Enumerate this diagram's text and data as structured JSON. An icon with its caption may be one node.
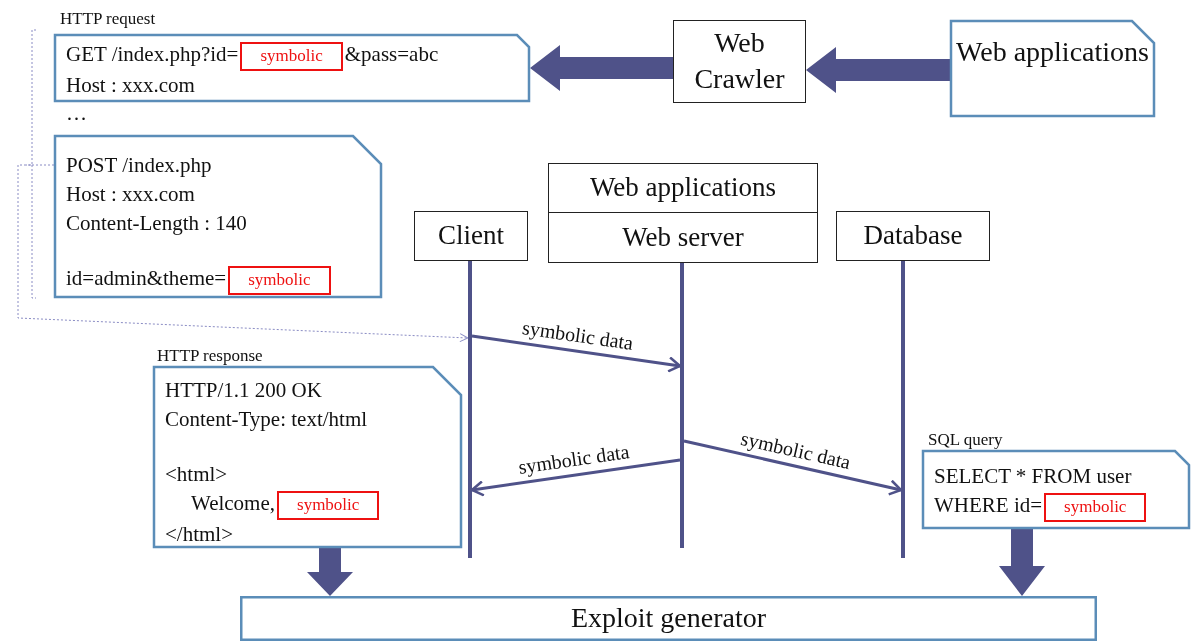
{
  "diagram": {
    "nodes": [
      {
        "text": [
          "Web applications"
        ]
      },
      {
        "text": [
          "Web Crawler"
        ]
      },
      {
        "text": [
          "GET /index.php?id=",
          "&pass=abc",
          "Host : xxx.com"
        ]
      },
      {
        "text": [
          "symbolic"
        ],
        "in": 2
      },
      {
        "text": [
          "POST /index.php",
          "Host : xxx.com",
          "Content-Length : 140",
          "id=admin&theme="
        ]
      },
      {
        "text": [
          "symbolic"
        ],
        "in": 4
      },
      {
        "text": [
          "Client"
        ]
      },
      {
        "text": [
          "Web applications"
        ]
      },
      {
        "text": [
          "Web server"
        ]
      },
      {
        "text": [
          "Database"
        ]
      },
      {
        "text": [],
        "shape": "bar"
      },
      {
        "text": [],
        "shape": "bar"
      },
      {
        "text": [],
        "shape": "bar"
      },
      {
        "text": [
          "HTTP/1.1 200 OK",
          "Content-Type: text/html",
          "<html>",
          "Welcome,",
          "</html>"
        ],
        "beside": [
          "HTTP response"
        ]
      },
      {
        "text": [
          "symbolic"
        ],
        "in": 13
      },
      {
        "text": [
          "SELECT * FROM user",
          "WHERE id="
        ],
        "beside": [
          "SQL query"
        ]
      },
      {
        "text": [
          "symbolic"
        ],
        "in": 15
      },
      {
        "text": [
          "Exploit generator"
        ]
      }
    ],
    "edges": [
      {
        "from": 0,
        "to": 1,
        "arrow": "to",
        "style": "thick"
      },
      {
        "from": 1,
        "to": 2,
        "arrow": "to",
        "style": "thick"
      },
      {
        "from": 4,
        "to": 10,
        "arrow": "to",
        "style": "dashed",
        "color": "#8a8cc4"
      },
      {
        "from": 10,
        "to": 11,
        "arrow": "to",
        "label": "symbolic data"
      },
      {
        "from": 11,
        "to": 10,
        "arrow": "to",
        "label": "symbolic data"
      },
      {
        "from": 11,
        "to": 12,
        "arrow": "to",
        "label": "symbolic data"
      },
      {
        "from": 13,
        "to": 17,
        "arrow": "to",
        "style": "thick"
      },
      {
        "from": 15,
        "to": 17,
        "arrow": "to",
        "style": "thick"
      }
    ],
    "labels": [
      "HTTP request",
      "…"
    ]
  }
}
